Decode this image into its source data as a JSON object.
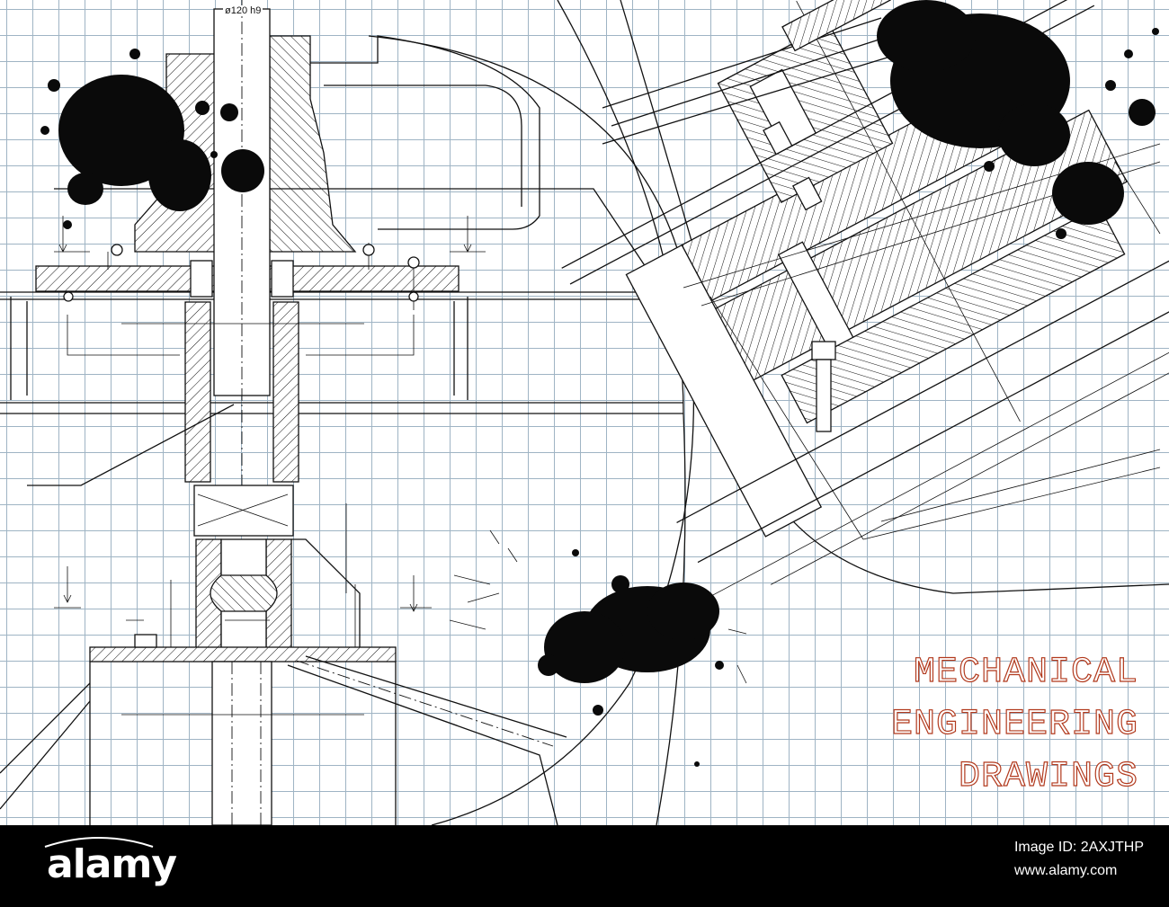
{
  "drawing": {
    "dimension_label": "ø120 h9"
  },
  "title": {
    "lines": [
      "MECHANICAL",
      "ENGINEERING",
      "DRAWINGS"
    ]
  },
  "footer": {
    "logo_text": "alamy",
    "image_id": "Image ID: 2AXJTHP",
    "site": "www.alamy.com"
  },
  "colors": {
    "title_outline": "#b23a1e",
    "grid": "#9fb4c4",
    "ink": "#111111",
    "footer_bg": "#000000"
  }
}
